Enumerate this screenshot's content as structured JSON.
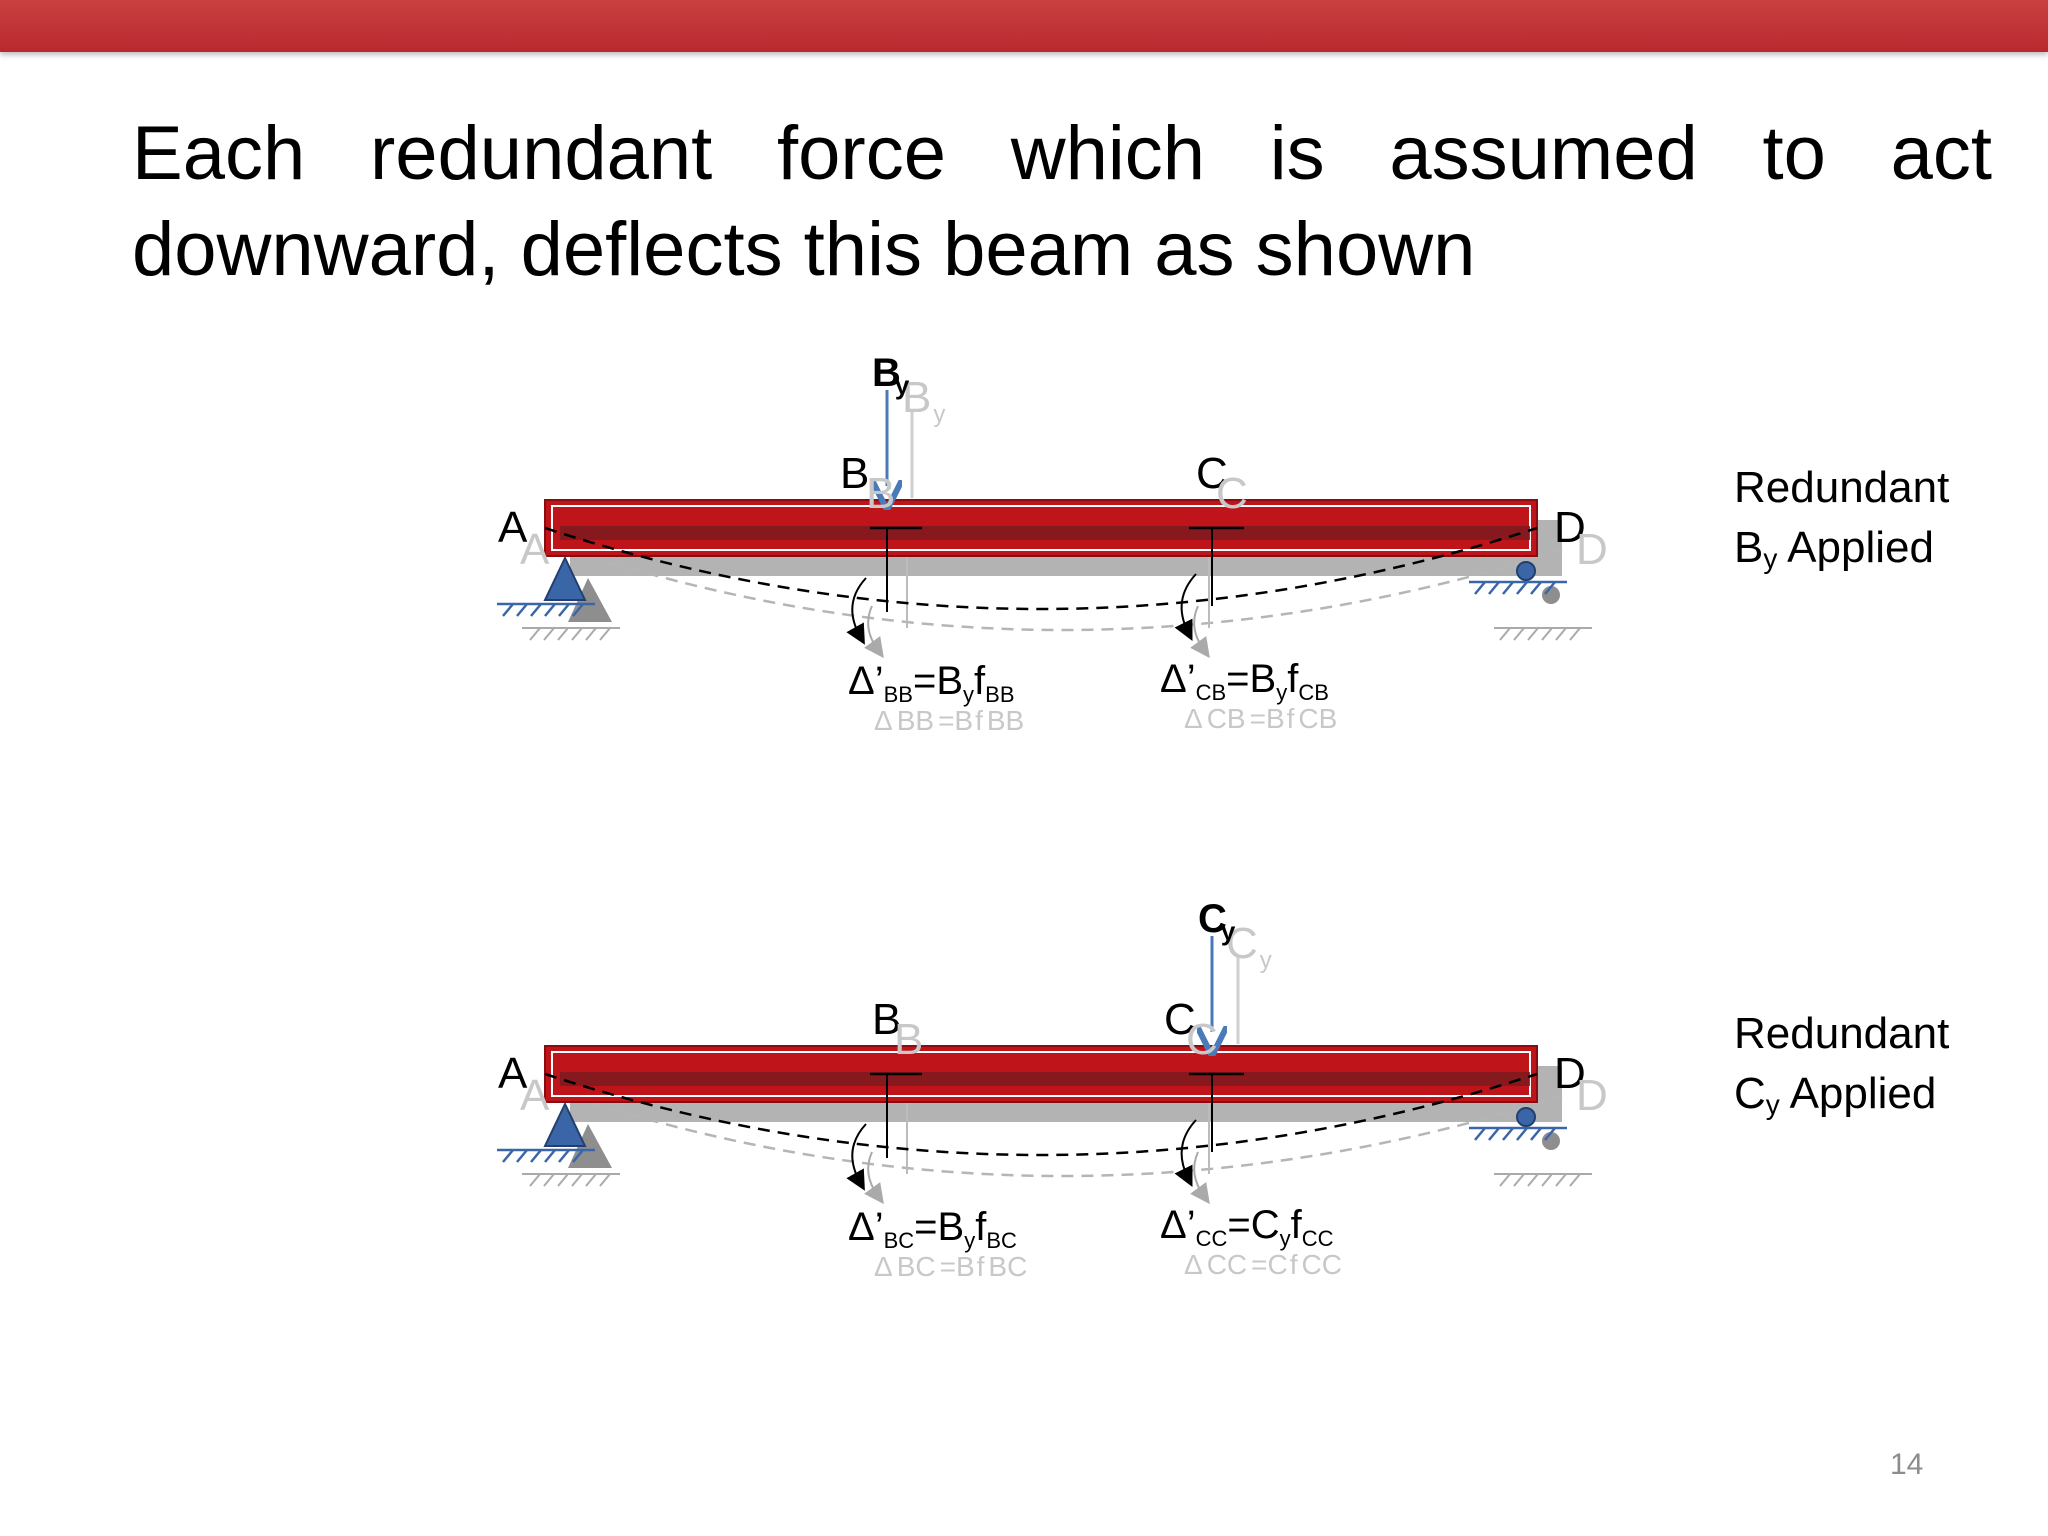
{
  "slide": {
    "title": "Each redundant force which is assumed to act downward, deflects this beam as shown",
    "page_number": "14"
  },
  "diagrams": [
    {
      "force_label": "B",
      "force_sub": "y",
      "points": {
        "a": "A",
        "b": "B",
        "c": "C",
        "d": "D"
      },
      "label_b": {
        "delta": "Δ’",
        "delta_sub": "BB",
        "eq": "=B",
        "eq_sub": "y",
        "f": "f",
        "f_sub": "BB"
      },
      "label_c": {
        "delta": "Δ’",
        "delta_sub": "CB",
        "eq": "=B",
        "eq_sub": "y",
        "f": "f",
        "f_sub": "CB"
      },
      "note_line1": "Redundant",
      "note_var": "B",
      "note_var_sub": "y",
      "note_rest": " Applied"
    },
    {
      "force_label": "C",
      "force_sub": "y",
      "points": {
        "a": "A",
        "b": "B",
        "c": "C",
        "d": "D"
      },
      "label_b": {
        "delta": "Δ’",
        "delta_sub": "BC",
        "eq": "=B",
        "eq_sub": "y",
        "f": "f",
        "f_sub": "BC"
      },
      "label_c": {
        "delta": "Δ’",
        "delta_sub": "CC",
        "eq": "=C",
        "eq_sub": "y",
        "f": "f",
        "f_sub": "CC"
      },
      "note_line1": "Redundant",
      "note_var": "C",
      "note_var_sub": "y",
      "note_rest": " Applied"
    }
  ],
  "colors": {
    "header": "#b8292f",
    "beam_red": "#c0141b",
    "beam_shadow": "#8c8c8c",
    "support_blue": "#3a66a8",
    "force_arrow": "#4a7ab8",
    "page_number": "#8c8c8c"
  }
}
